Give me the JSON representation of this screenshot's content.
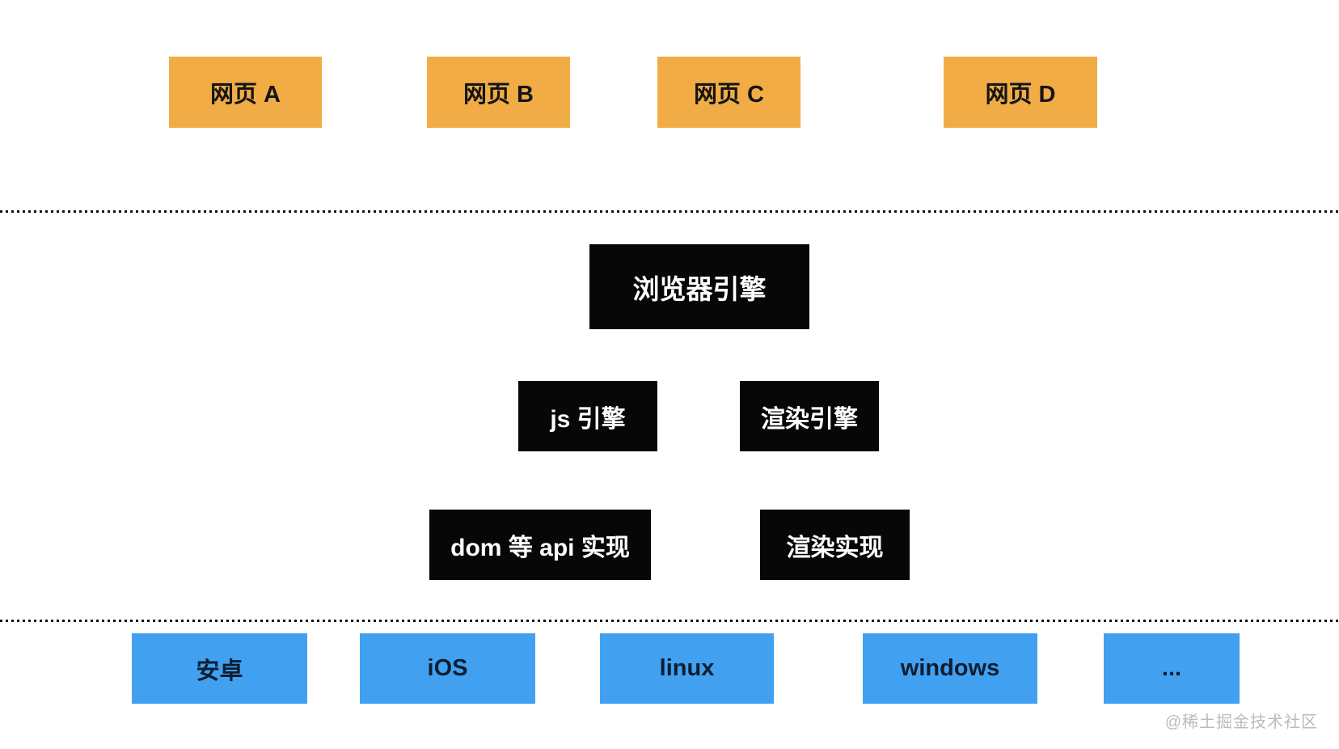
{
  "colors": {
    "webpage-bg": "#F2AC45",
    "engine-bg": "#070707",
    "platform-bg": "#41A1F0",
    "divider": "#111111",
    "watermark": "#BBBBBB"
  },
  "diagram": {
    "webpages": [
      {
        "label": "网页 A"
      },
      {
        "label": "网页 B"
      },
      {
        "label": "网页 C"
      },
      {
        "label": "网页 D"
      }
    ],
    "browser_engine": {
      "label": "浏览器引擎"
    },
    "engines": [
      {
        "label": "js 引擎"
      },
      {
        "label": "渲染引擎"
      }
    ],
    "implementations": [
      {
        "label": "dom 等 api 实现"
      },
      {
        "label": "渲染实现"
      }
    ],
    "platforms": [
      {
        "label": "安卓"
      },
      {
        "label": "iOS"
      },
      {
        "label": "linux"
      },
      {
        "label": "windows"
      },
      {
        "label": "..."
      }
    ]
  },
  "watermark": {
    "text": "@稀土掘金技术社区"
  }
}
